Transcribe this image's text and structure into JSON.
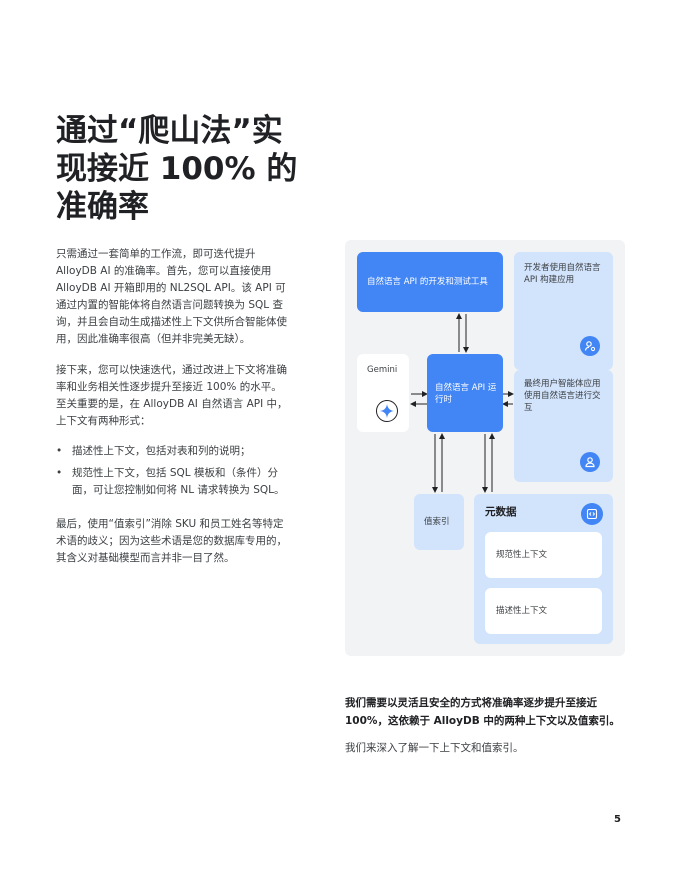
{
  "title": "通过“爬山法”实\n现接近 100% 的\n准确率",
  "paragraph1": "只需通过一套简单的工作流，即可迭代提升 AlloyDB AI 的准确率。首先，您可以直接使用 AlloyDB AI 开箱即用的 NL2SQL API。该 API 可通过内置的智能体将自然语言问题转换为 SQL 查询，并且会自动生成描述性上下文供所合智能体使用，因此准确率很高（但并非完美无缺）。",
  "paragraph2": "接下来，您可以快速迭代，通过改进上下文将准确率和业务相关性逐步提升至接近 100% 的水平。至关重要的是，在 AlloyDB AI 自然语言 API 中，上下文有两种形式：",
  "bullets": [
    "描述性上下文，包括对表和列的说明；",
    "规范性上下文，包括 SQL 模板和（条件）分面，可让您控制如何将 NL 请求转换为 SQL。"
  ],
  "bullet_marker": "•",
  "paragraph3": "最后，使用“值索引”消除 SKU 和员工姓名等特定术语的歧义；因为这些术语是您的数据库专用的，其含义对基础模型而言并非一目了然。",
  "diagram": {
    "dev_tools": "自然语言 API 的开发和测试工具",
    "developers": "开发者使用自然语言 API 构建应用",
    "gemini": "Gemini",
    "runtime": "自然语言 API 运行时",
    "end_users": "最终用户智能体应用使用自然语言进行交互",
    "value_index": "值索引",
    "metadata": "元数据",
    "prescriptive": "规范性上下文",
    "descriptive": "描述性上下文",
    "colors": {
      "blue": "#4285f4",
      "light_blue": "#d2e3fc",
      "panel": "#f1f3f4"
    },
    "icons": [
      "developer-icon",
      "gemini-sparkle-icon",
      "user-icon",
      "code-icon"
    ]
  },
  "bold_note": "我们需要以灵活且安全的方式将准确率逐步提升至接近 100%，这依赖于 AlloyDB 中的两种上下文以及值索引。",
  "note": "我们来深入了解一下上下文和值索引。",
  "page_number": "5"
}
